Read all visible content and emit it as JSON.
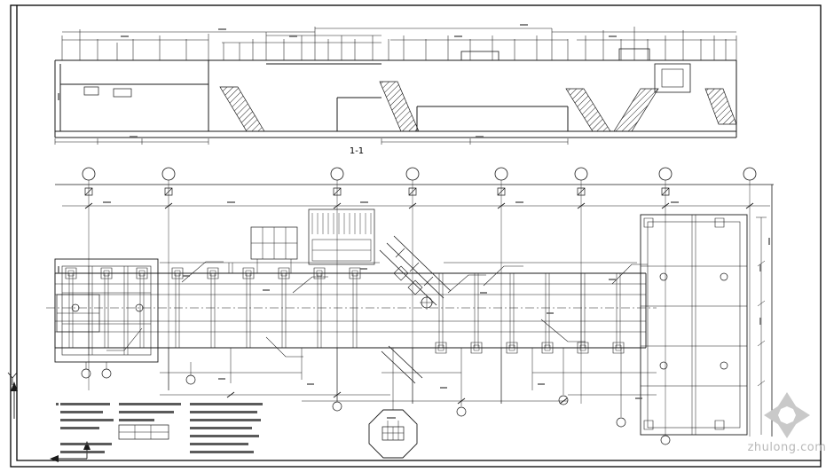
{
  "drawing": {
    "section_label": "1-1",
    "ink_color": "#1a1a1a",
    "background": "#ffffff"
  },
  "watermark": {
    "text": "zhulong.com",
    "logo": "pinwheel-diamond-logo",
    "logo_color": "#c9c9c9",
    "text_color": "#b8b8b8"
  }
}
